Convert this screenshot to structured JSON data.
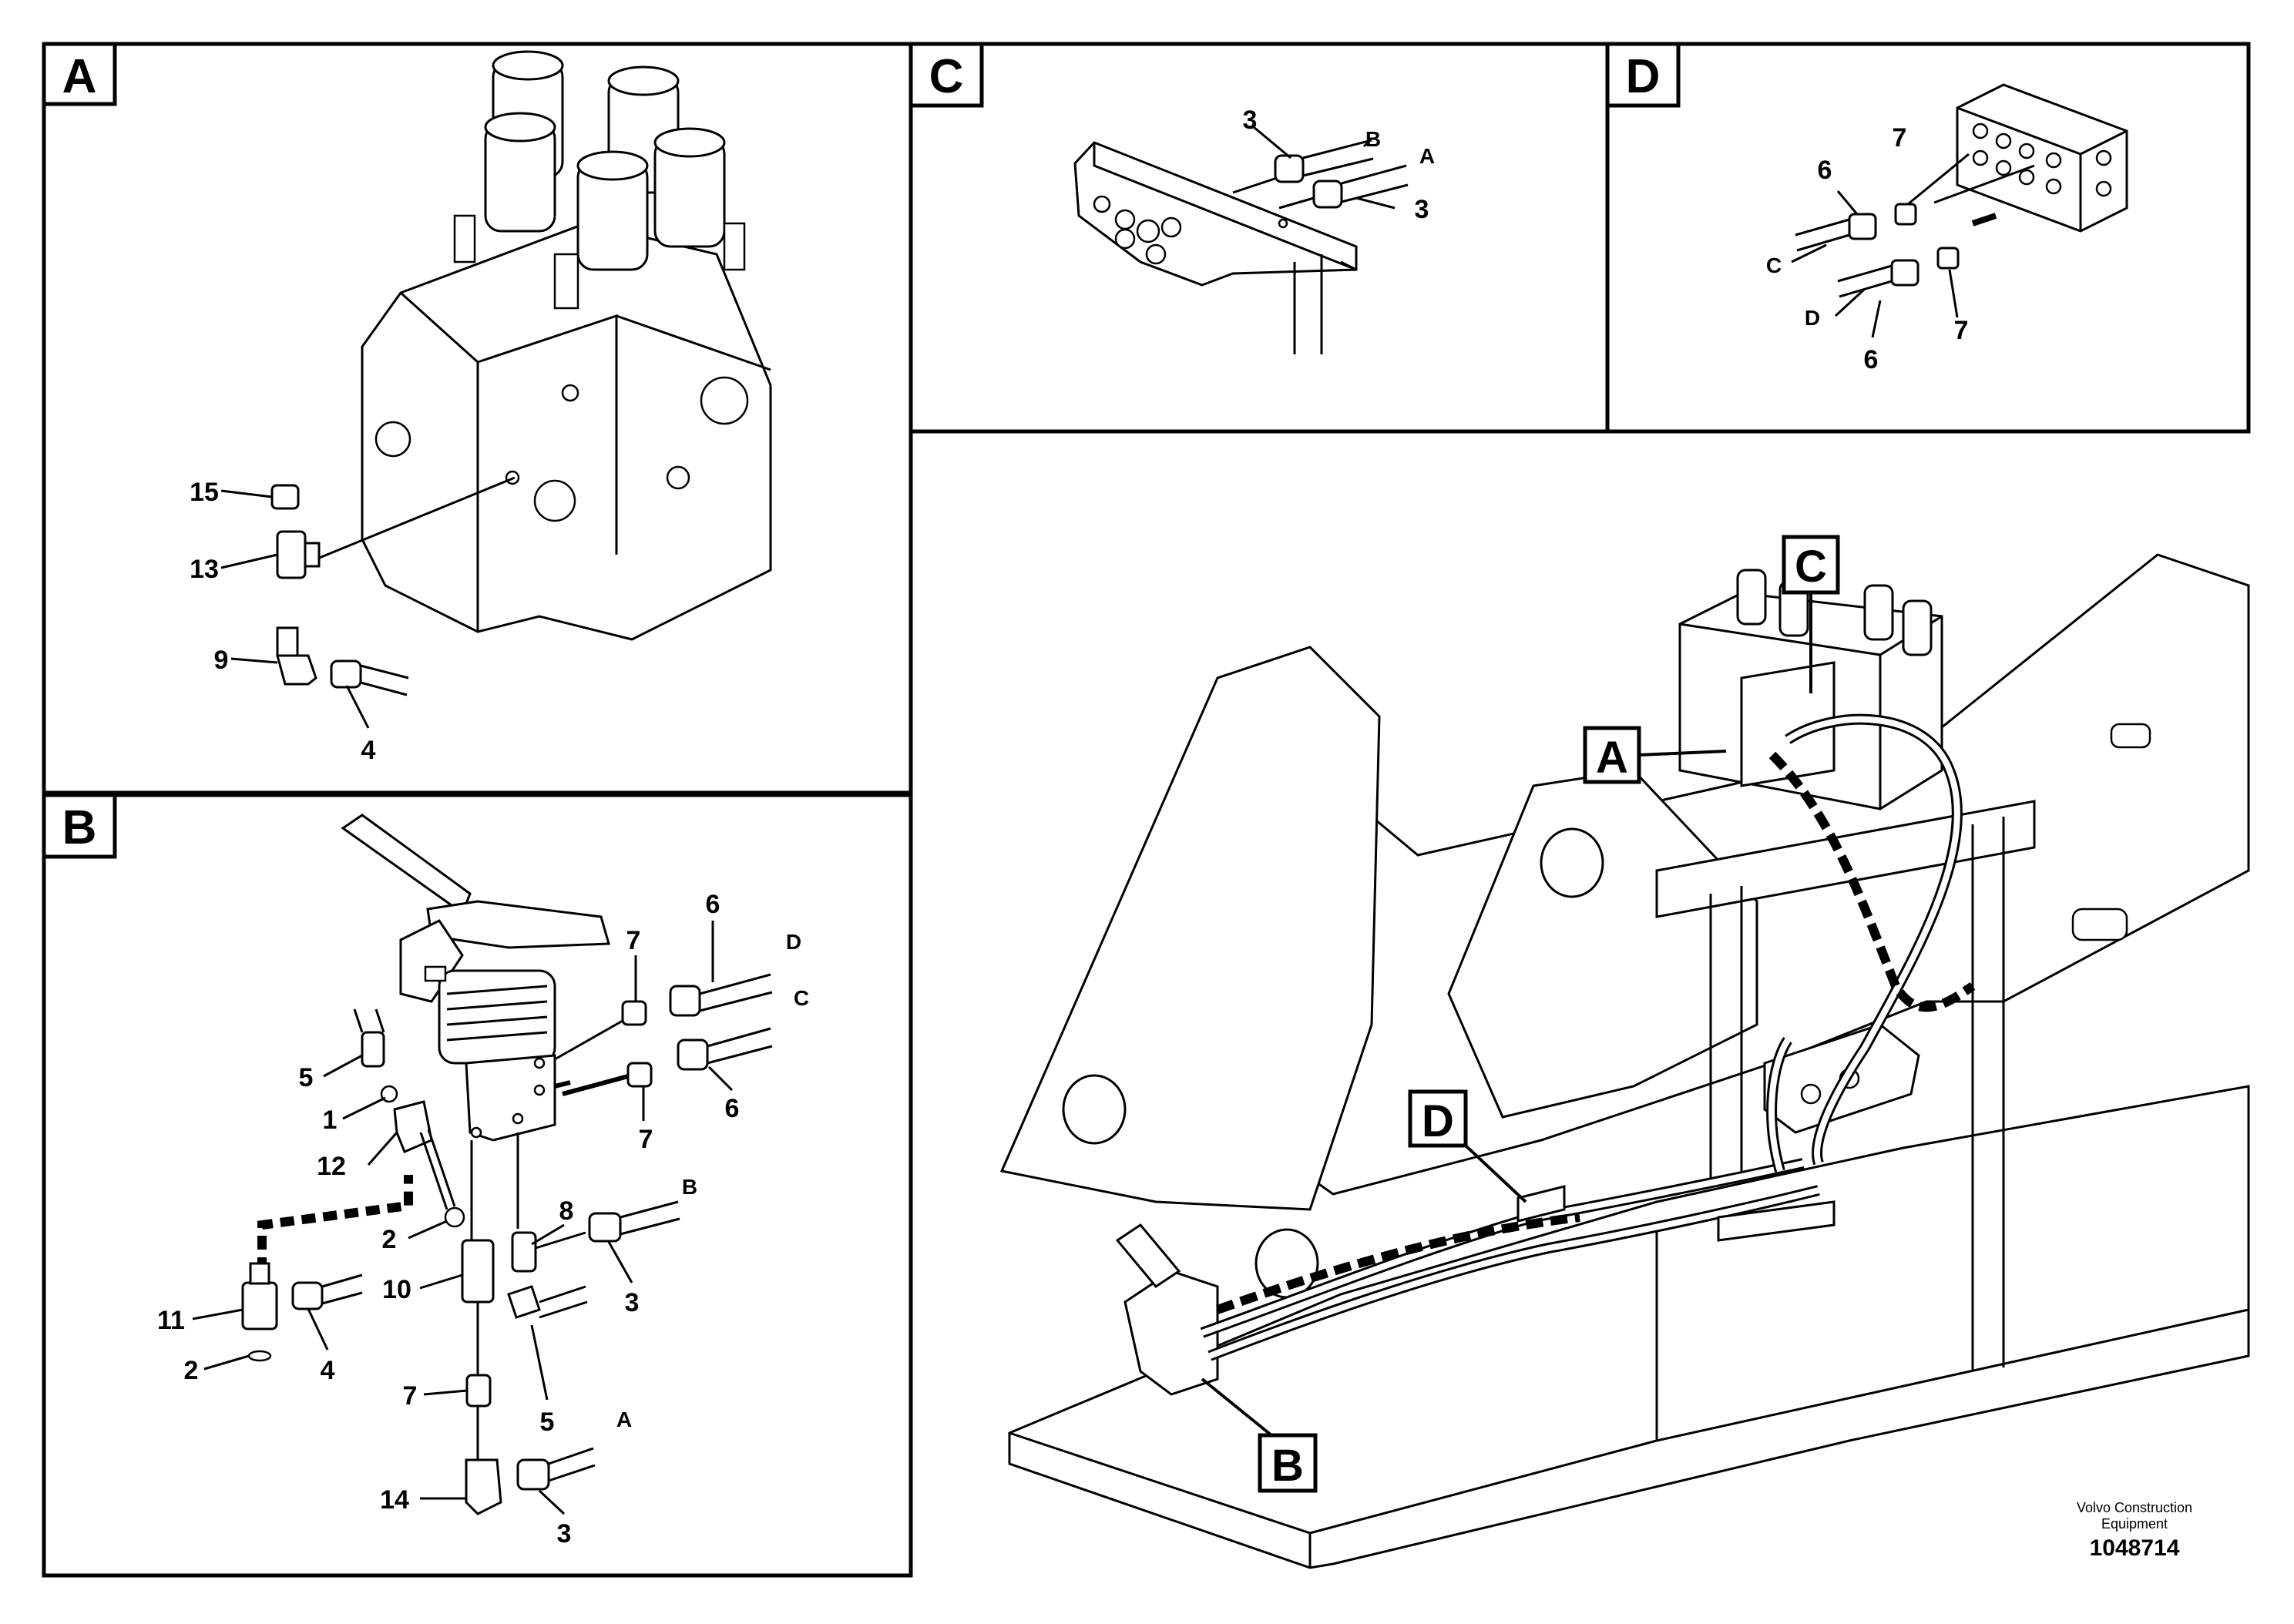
{
  "panels": {
    "A": {
      "letter": "A",
      "labels": [
        "15",
        "13",
        "9",
        "4"
      ]
    },
    "B": {
      "letter": "B",
      "labels": [
        "6",
        "D",
        "7",
        "C",
        "5",
        "1",
        "12",
        "7",
        "6",
        "2",
        "8",
        "B",
        "11",
        "4",
        "10",
        "3",
        "2",
        "7",
        "5",
        "A",
        "14",
        "3"
      ]
    },
    "C": {
      "letter": "C",
      "labels": [
        "3",
        "B",
        "A",
        "3"
      ]
    },
    "D": {
      "letter": "D",
      "labels": [
        "7",
        "6",
        "C",
        "D",
        "6",
        "7"
      ]
    },
    "main": {
      "callouts": [
        "C",
        "A",
        "D",
        "B"
      ]
    }
  },
  "footer": {
    "brand_line1": "Volvo Construction",
    "brand_line2": "Equipment",
    "doc_number": "1048714"
  }
}
